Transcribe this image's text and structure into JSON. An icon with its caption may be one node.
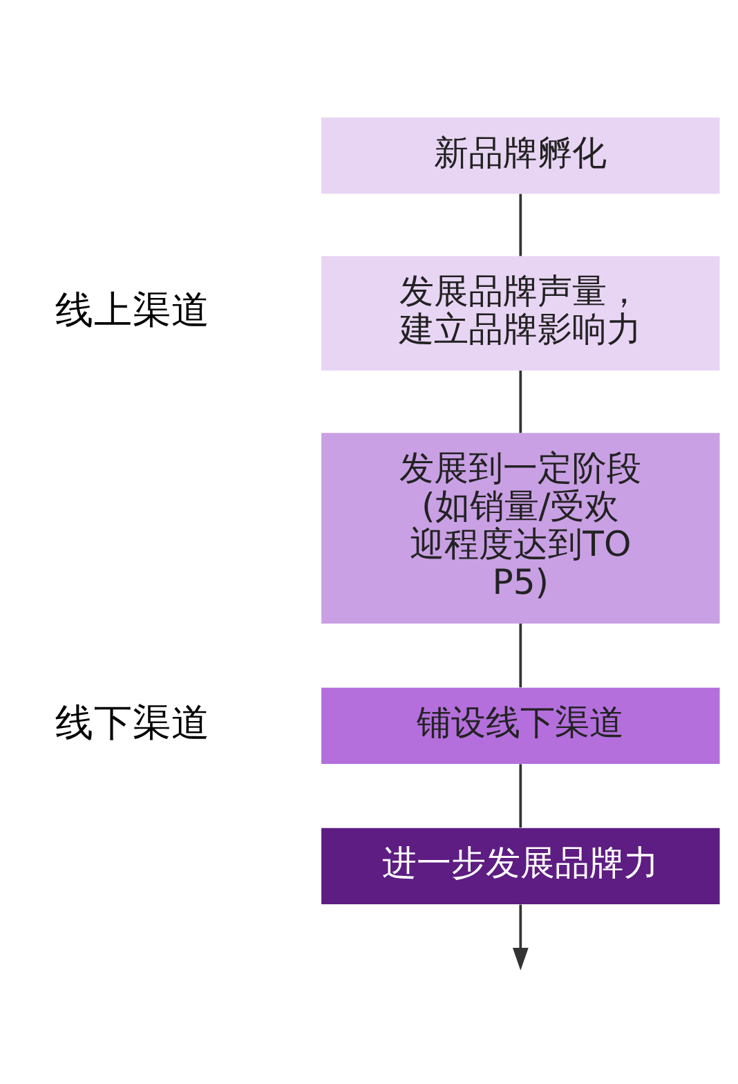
{
  "diagram": {
    "nodes": [
      {
        "text": [
          "新品牌孵化"
        ]
      },
      {
        "text": [
          "发展品牌声量，建立品牌影响力"
        ]
      },
      {
        "text": [
          "发展到一定阶段(如销量/受欢迎程度达到TOP5)"
        ]
      },
      {
        "text": [
          "铺设线下渠道"
        ]
      },
      {
        "text": [
          "进一步发展品牌力"
        ]
      }
    ],
    "edges": [
      {
        "from": 0,
        "to": 1,
        "arrow": "none"
      },
      {
        "from": 1,
        "to": 2,
        "arrow": "none"
      },
      {
        "from": 2,
        "to": 3,
        "arrow": "none"
      },
      {
        "from": 3,
        "to": 4,
        "arrow": "none"
      },
      {
        "from": 4,
        "to": null,
        "arrow": "to"
      }
    ],
    "labels": [
      "线上渠道",
      "线下渠道"
    ]
  }
}
